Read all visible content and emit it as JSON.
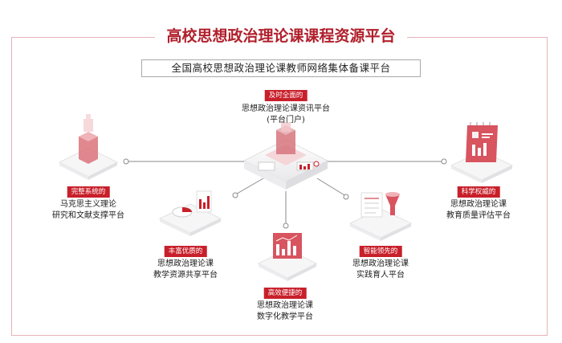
{
  "title": "高校思想政治理论课课程资源平台",
  "subtitle": "全国高校思想政治理论课教师网络集体备课平台",
  "center": {
    "badge": "及时全面的",
    "lines": [
      "思想政治理论课资讯平台",
      "(平台门户)"
    ]
  },
  "nodes": [
    {
      "id": "marx",
      "badge": "完整系统的",
      "lines": [
        "马克思主义理论",
        "研究和文献支撑平台"
      ]
    },
    {
      "id": "resource",
      "badge": "丰富优质的",
      "lines": [
        "思想政治理论课",
        "教学资源共享平台"
      ]
    },
    {
      "id": "digital",
      "badge": "高效便捷的",
      "lines": [
        "思想政治理论课",
        "数字化教学平台"
      ]
    },
    {
      "id": "practice",
      "badge": "智能领先的",
      "lines": [
        "思想政治理论课",
        "实践育人平台"
      ]
    },
    {
      "id": "quality",
      "badge": "科学权威的",
      "lines": [
        "思想政治理论课",
        "教育质量评估平台"
      ]
    }
  ],
  "colors": {
    "accent": "#c8202b",
    "frame": "#e7b3b8",
    "title": "#b0202c"
  }
}
